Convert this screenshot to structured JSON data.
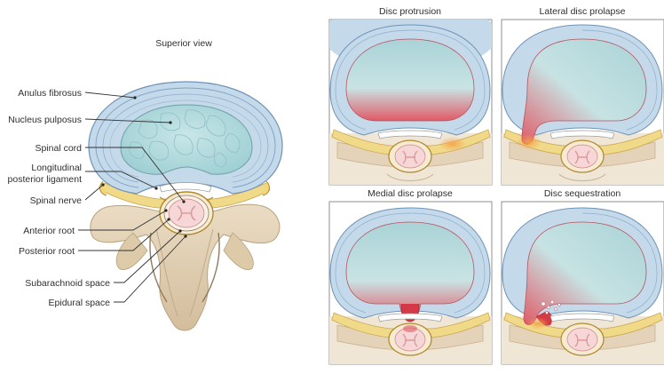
{
  "main_view": {
    "title": "Superior view",
    "labels": {
      "anulus_fibrosus": "Anulus fibrosus",
      "nucleus_pulposus": "Nucleus pulposus",
      "spinal_cord": "Spinal cord",
      "longitudinal_line1": "Longitudinal",
      "longitudinal_line2": "posterior ligament",
      "spinal_nerve": "Spinal nerve",
      "anterior_root": "Anterior root",
      "posterior_root": "Posterior root",
      "subarachnoid_space": "Subarachnoid space",
      "epidural_space": "Epidural space"
    }
  },
  "panels": [
    {
      "title": "Disc protrusion"
    },
    {
      "title": "Lateral disc prolapse"
    },
    {
      "title": "Medial disc prolapse"
    },
    {
      "title": "Disc sequestration"
    }
  ],
  "colors": {
    "anulus": "#c4d9ea",
    "anulus_ring": "#7fa2c4",
    "nucleus": "#b9dde0",
    "bone": "#e4d3b8",
    "bone_shadow": "#c8b292",
    "ligament": "#f1d98a",
    "spinal_cord": "#f6d6d6",
    "herniation": "#d43a46",
    "nerve_outline": "#b0892f"
  }
}
